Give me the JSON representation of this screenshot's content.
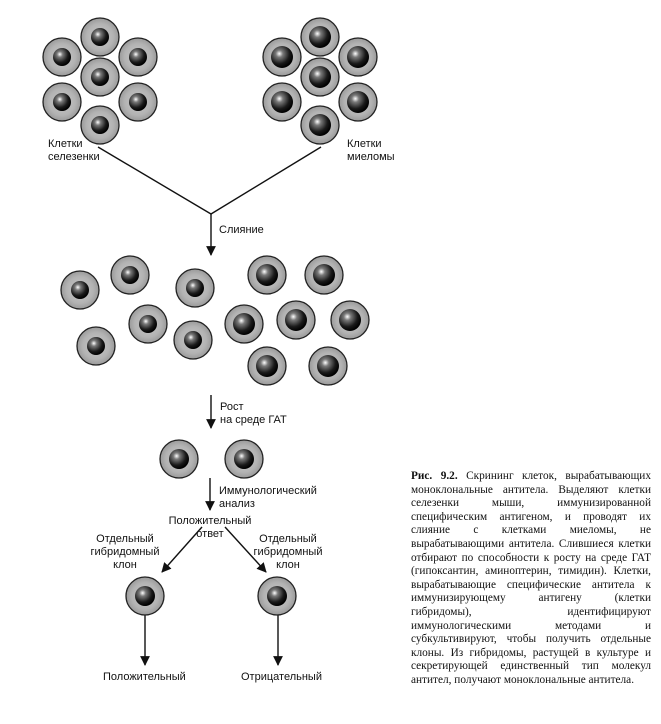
{
  "labels": {
    "spleen_cells": "Клетки\nселезенки",
    "myeloma_cells": "Клетки\nмиеломы",
    "fusion": "Слияние",
    "growth": "Рост\nна среде ГАТ",
    "immuno_analysis": "Иммунологический\nанализ",
    "positive_response": "Положительный\nответ",
    "clone_left": "Отдельный\nгибридомный\nклон",
    "clone_right": "Отдельный\nгибридомный\nклон",
    "result_left": "Положительный",
    "result_right": "Отрицательный"
  },
  "caption": {
    "figure_number": "Рис. 9.2.",
    "text": "Скрининг клеток, вырабатывающих моноклональные антитела. Выделяют клетки селезенки мыши, иммунизированной специфическим антигеном, и проводят их слияние с клетками миеломы, не вырабатывающими антитела. Слившиеся клетки отбирают по способности к росту на среде ГАТ (гипоксантин, аминоптерин, тимидин). Клетки, вырабатывающие специфические антитела к иммунизирующему антигену (клетки гибридомы), идентифицируют иммунологическими методами и субкультивируют, чтобы получить отдельные клоны. Из гибридомы, растущей в культуре и секретирующей единственный тип молекул антител, получают моноклональные антитела."
  }
}
